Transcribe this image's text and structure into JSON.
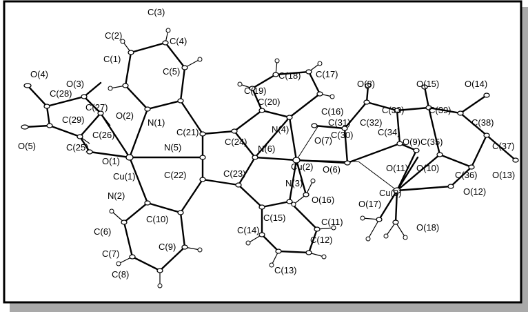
{
  "figure": {
    "labels": [
      "C(3)",
      "C(2)",
      "C(4)",
      "C(1)",
      "C(5)",
      "O(4)",
      "O(3)",
      "C(28)",
      "C(27)",
      "C(29)",
      "O(2)",
      "N(1)",
      "C(26)",
      "O(5)",
      "C(25)",
      "O(1)",
      "N(5)",
      "C(21)",
      "C(24)",
      "N(6)",
      "Cu(1)",
      "N(2)",
      "C(22)",
      "C(23)",
      "C(10)",
      "C(6)",
      "C(9)",
      "C(7)",
      "C(8)",
      "C(18)",
      "C(17)",
      "C(19)",
      "C(16)",
      "C(20)",
      "N(4)",
      "O(8)",
      "C(31)",
      "C(32)",
      "O(7)",
      "C(30)",
      "Cu(2)",
      "O(6)",
      "N(3)",
      "O(16)",
      "C(15)",
      "C(14)",
      "C(11)",
      "C(12)",
      "C(13)",
      "O(15)",
      "O(14)",
      "C(33)",
      "C(39)",
      "C(34)",
      "O(9)",
      "C(38)",
      "C(35)",
      "O(11)",
      "O(10)",
      "C(37)",
      "C(36)",
      "O(13)",
      "Cu(3)",
      "O(12)",
      "O(17)",
      "O(18)"
    ]
  }
}
